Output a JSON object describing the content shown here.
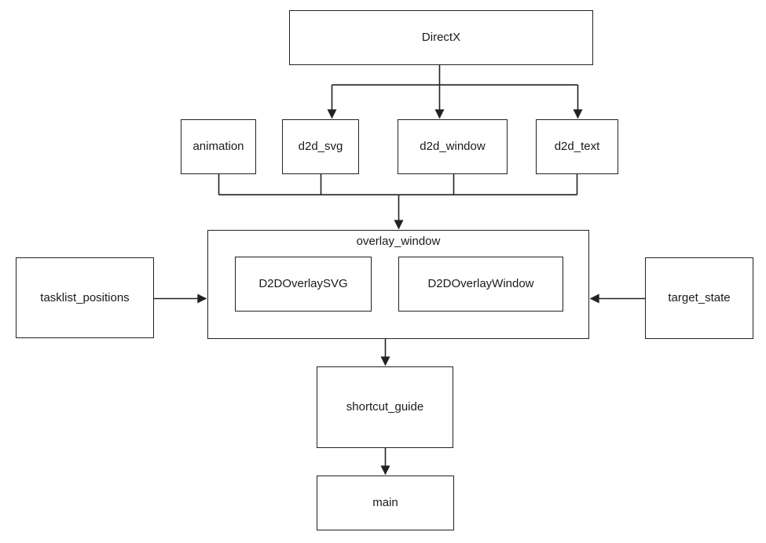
{
  "diagram": {
    "type": "flowchart",
    "style": {
      "background": "#ffffff",
      "line_color": "#222222",
      "text_color": "#1a1a1a",
      "box_fill": "#ffffff"
    },
    "nodes": {
      "directx": {
        "label": "DirectX"
      },
      "animation": {
        "label": "animation"
      },
      "d2d_svg": {
        "label": "d2d_svg"
      },
      "d2d_window": {
        "label": "d2d_window"
      },
      "d2d_text": {
        "label": "d2d_text"
      },
      "overlay_window": {
        "label": "overlay_window"
      },
      "d2d_overlay_svg": {
        "label": "D2DOverlaySVG"
      },
      "d2d_overlay_window": {
        "label": "D2DOverlayWindow"
      },
      "tasklist_positions": {
        "label": "tasklist_positions"
      },
      "target_state": {
        "label": "target_state"
      },
      "shortcut_guide": {
        "label": "shortcut_guide"
      },
      "main": {
        "label": "main"
      }
    },
    "containment": [
      {
        "parent": "overlay_window",
        "children": [
          "D2DOverlaySVG",
          "D2DOverlayWindow"
        ]
      }
    ],
    "edges": [
      {
        "from": "DirectX",
        "to": "d2d_svg",
        "arrow": true
      },
      {
        "from": "DirectX",
        "to": "d2d_window",
        "arrow": true
      },
      {
        "from": "DirectX",
        "to": "d2d_text",
        "arrow": true
      },
      {
        "from": "animation",
        "to": "overlay_window",
        "arrow": true
      },
      {
        "from": "d2d_svg",
        "to": "overlay_window",
        "arrow": true
      },
      {
        "from": "d2d_window",
        "to": "overlay_window",
        "arrow": true
      },
      {
        "from": "d2d_text",
        "to": "overlay_window",
        "arrow": true
      },
      {
        "from": "tasklist_positions",
        "to": "overlay_window",
        "arrow": true
      },
      {
        "from": "target_state",
        "to": "overlay_window",
        "arrow": true
      },
      {
        "from": "overlay_window",
        "to": "shortcut_guide",
        "arrow": true
      },
      {
        "from": "shortcut_guide",
        "to": "main",
        "arrow": true
      }
    ]
  }
}
